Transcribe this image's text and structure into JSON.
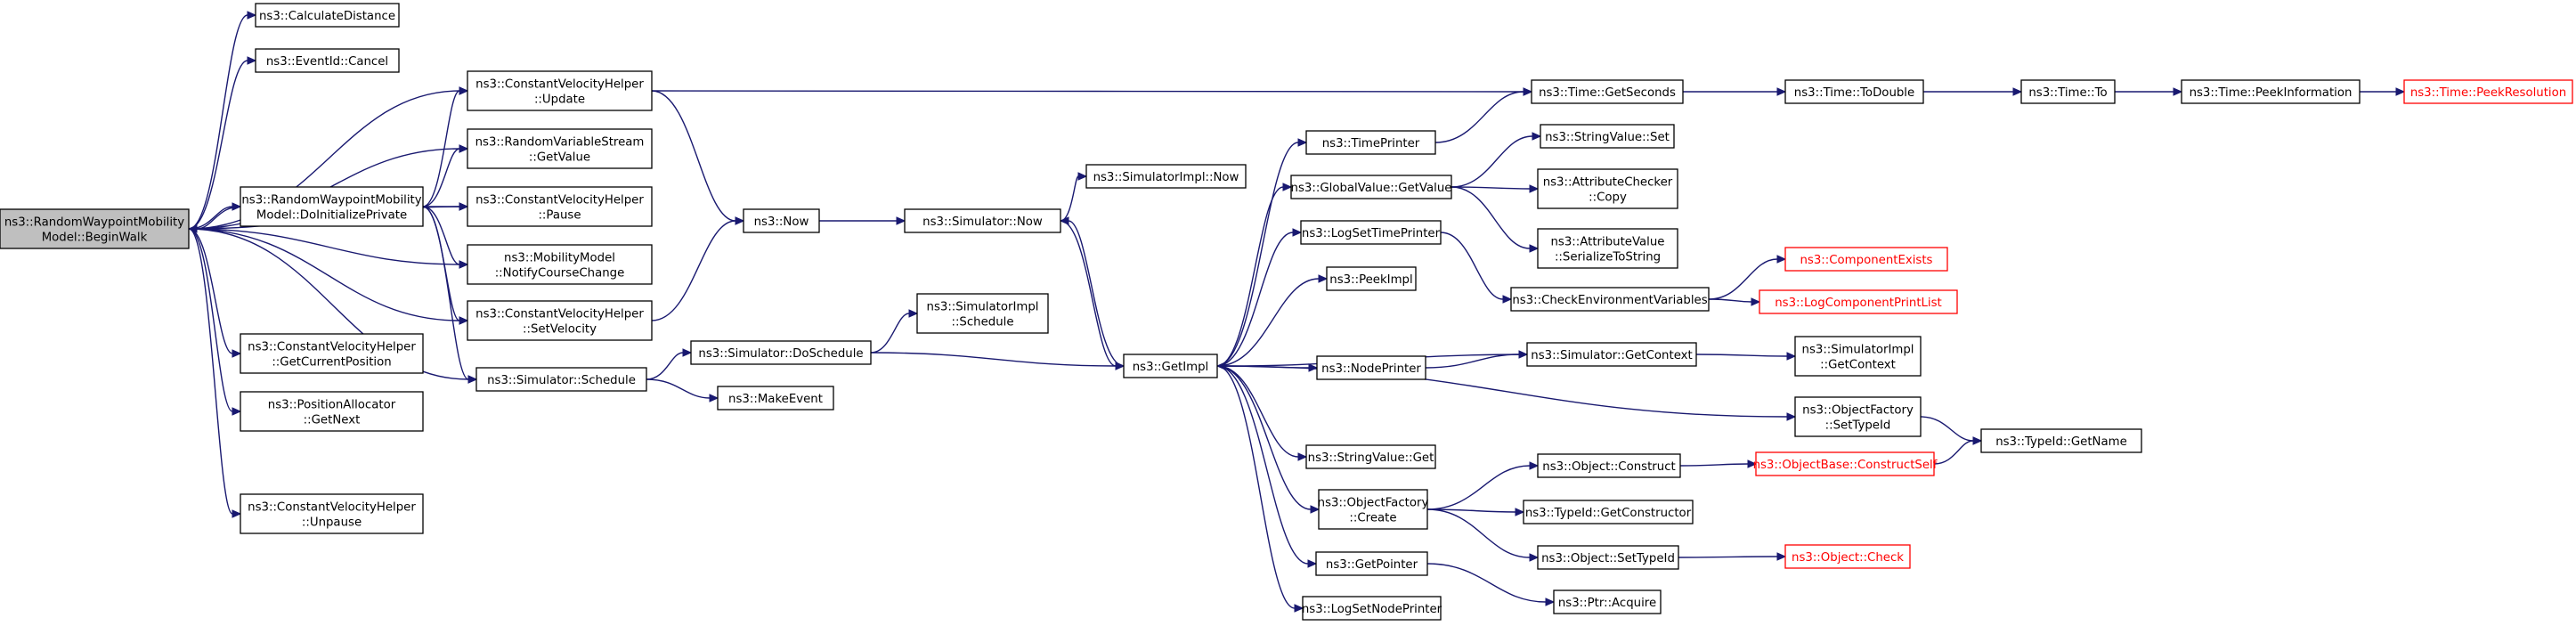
{
  "diagram": {
    "nodes": [
      {
        "id": "n0",
        "lines": [
          "ns3::RandomWaypointMobility",
          "Model::BeginWalk"
        ],
        "root": true
      },
      {
        "id": "n1",
        "lines": [
          "ns3::CalculateDistance"
        ]
      },
      {
        "id": "n2",
        "lines": [
          "ns3::EventId::Cancel"
        ]
      },
      {
        "id": "n3",
        "lines": [
          "ns3::ConstantVelocityHelper",
          "::Update"
        ]
      },
      {
        "id": "n4",
        "lines": [
          "ns3::RandomVariableStream",
          "::GetValue"
        ]
      },
      {
        "id": "n5",
        "lines": [
          "ns3::RandomWaypointMobility",
          "Model::DoInitializePrivate"
        ]
      },
      {
        "id": "n6",
        "lines": [
          "ns3::ConstantVelocityHelper",
          "::Pause"
        ]
      },
      {
        "id": "n7",
        "lines": [
          "ns3::MobilityModel",
          "::NotifyCourseChange"
        ]
      },
      {
        "id": "n8",
        "lines": [
          "ns3::ConstantVelocityHelper",
          "::SetVelocity"
        ]
      },
      {
        "id": "n9",
        "lines": [
          "ns3::ConstantVelocityHelper",
          "::GetCurrentPosition"
        ]
      },
      {
        "id": "n10",
        "lines": [
          "ns3::PositionAllocator",
          "::GetNext"
        ]
      },
      {
        "id": "n11",
        "lines": [
          "ns3::Simulator::Schedule"
        ]
      },
      {
        "id": "n12",
        "lines": [
          "ns3::ConstantVelocityHelper",
          "::Unpause"
        ]
      },
      {
        "id": "n13",
        "lines": [
          "ns3::Now"
        ]
      },
      {
        "id": "n14",
        "lines": [
          "ns3::Simulator::DoSchedule"
        ]
      },
      {
        "id": "n15",
        "lines": [
          "ns3::MakeEvent"
        ]
      },
      {
        "id": "n16",
        "lines": [
          "ns3::Simulator::Now"
        ]
      },
      {
        "id": "n17",
        "lines": [
          "ns3::SimulatorImpl::Now"
        ]
      },
      {
        "id": "n18",
        "lines": [
          "ns3::SimulatorImpl",
          "::Schedule"
        ]
      },
      {
        "id": "n19",
        "lines": [
          "ns3::GetImpl"
        ]
      },
      {
        "id": "n20",
        "lines": [
          "ns3::TimePrinter"
        ]
      },
      {
        "id": "n21",
        "lines": [
          "ns3::GlobalValue::GetValue"
        ]
      },
      {
        "id": "n22",
        "lines": [
          "ns3::LogSetTimePrinter"
        ]
      },
      {
        "id": "n23",
        "lines": [
          "ns3::PeekImpl"
        ]
      },
      {
        "id": "n24",
        "lines": [
          "ns3::NodePrinter"
        ]
      },
      {
        "id": "n25",
        "lines": [
          "ns3::StringValue::Get"
        ]
      },
      {
        "id": "n26",
        "lines": [
          "ns3::ObjectFactory",
          "::Create"
        ]
      },
      {
        "id": "n27",
        "lines": [
          "ns3::GetPointer"
        ]
      },
      {
        "id": "n28",
        "lines": [
          "ns3::LogSetNodePrinter"
        ]
      },
      {
        "id": "n29",
        "lines": [
          "ns3::Time::GetSeconds"
        ]
      },
      {
        "id": "n30",
        "lines": [
          "ns3::StringValue::Set"
        ]
      },
      {
        "id": "n31",
        "lines": [
          "ns3::AttributeChecker",
          "::Copy"
        ]
      },
      {
        "id": "n32",
        "lines": [
          "ns3::AttributeValue",
          "::SerializeToString"
        ]
      },
      {
        "id": "n33",
        "lines": [
          "ns3::CheckEnvironmentVariables"
        ]
      },
      {
        "id": "n34",
        "lines": [
          "ns3::Simulator::GetContext"
        ]
      },
      {
        "id": "n35",
        "lines": [
          "ns3::Object::Construct"
        ]
      },
      {
        "id": "n36",
        "lines": [
          "ns3::TypeId::GetConstructor"
        ]
      },
      {
        "id": "n37",
        "lines": [
          "ns3::Object::SetTypeId"
        ]
      },
      {
        "id": "n38",
        "lines": [
          "ns3::Ptr::Acquire"
        ]
      },
      {
        "id": "n39",
        "lines": [
          "ns3::Time::ToDouble"
        ]
      },
      {
        "id": "n40",
        "lines": [
          "ns3::Time::To"
        ]
      },
      {
        "id": "n41",
        "lines": [
          "ns3::Time::PeekInformation"
        ]
      },
      {
        "id": "n42",
        "lines": [
          "ns3::Time::PeekResolution"
        ],
        "truncated": true
      },
      {
        "id": "n43",
        "lines": [
          "ns3::ComponentExists"
        ],
        "truncated": true
      },
      {
        "id": "n44",
        "lines": [
          "ns3::LogComponentPrintList"
        ],
        "truncated": true
      },
      {
        "id": "n45",
        "lines": [
          "ns3::SimulatorImpl",
          "::GetContext"
        ]
      },
      {
        "id": "n46",
        "lines": [
          "ns3::ObjectFactory",
          "::SetTypeId"
        ]
      },
      {
        "id": "n47",
        "lines": [
          "ns3::TypeId::GetName"
        ]
      },
      {
        "id": "n48",
        "lines": [
          "ns3::ObjectBase::ConstructSelf"
        ],
        "truncated": true
      },
      {
        "id": "n49",
        "lines": [
          "ns3::Object::Check"
        ],
        "truncated": true
      }
    ],
    "edges": [
      [
        "n0",
        "n1"
      ],
      [
        "n0",
        "n2"
      ],
      [
        "n0",
        "n3"
      ],
      [
        "n0",
        "n4"
      ],
      [
        "n0",
        "n5"
      ],
      [
        "n0",
        "n6"
      ],
      [
        "n0",
        "n7"
      ],
      [
        "n0",
        "n8"
      ],
      [
        "n0",
        "n9"
      ],
      [
        "n0",
        "n10"
      ],
      [
        "n0",
        "n11"
      ],
      [
        "n0",
        "n12"
      ],
      [
        "n5",
        "n0"
      ],
      [
        "n5",
        "n3"
      ],
      [
        "n5",
        "n4"
      ],
      [
        "n5",
        "n6"
      ],
      [
        "n5",
        "n7"
      ],
      [
        "n5",
        "n8"
      ],
      [
        "n5",
        "n11"
      ],
      [
        "n3",
        "n29"
      ],
      [
        "n3",
        "n13"
      ],
      [
        "n8",
        "n13"
      ],
      [
        "n13",
        "n16"
      ],
      [
        "n16",
        "n17"
      ],
      [
        "n16",
        "n19"
      ],
      [
        "n11",
        "n14"
      ],
      [
        "n11",
        "n15"
      ],
      [
        "n14",
        "n18"
      ],
      [
        "n14",
        "n19"
      ],
      [
        "n19",
        "n16"
      ],
      [
        "n19",
        "n20"
      ],
      [
        "n19",
        "n21"
      ],
      [
        "n19",
        "n22"
      ],
      [
        "n19",
        "n23"
      ],
      [
        "n19",
        "n24"
      ],
      [
        "n19",
        "n46"
      ],
      [
        "n19",
        "n25"
      ],
      [
        "n19",
        "n26"
      ],
      [
        "n19",
        "n27"
      ],
      [
        "n19",
        "n28"
      ],
      [
        "n20",
        "n29"
      ],
      [
        "n21",
        "n30"
      ],
      [
        "n21",
        "n31"
      ],
      [
        "n21",
        "n32"
      ],
      [
        "n22",
        "n33"
      ],
      [
        "n24",
        "n34"
      ],
      [
        "n34",
        "n19"
      ],
      [
        "n34",
        "n45"
      ],
      [
        "n26",
        "n35"
      ],
      [
        "n26",
        "n36"
      ],
      [
        "n26",
        "n37"
      ],
      [
        "n27",
        "n38"
      ],
      [
        "n29",
        "n39"
      ],
      [
        "n39",
        "n40"
      ],
      [
        "n40",
        "n41"
      ],
      [
        "n41",
        "n42"
      ],
      [
        "n33",
        "n43"
      ],
      [
        "n33",
        "n44"
      ],
      [
        "n46",
        "n47"
      ],
      [
        "n35",
        "n48"
      ],
      [
        "n48",
        "n47"
      ],
      [
        "n37",
        "n49"
      ]
    ]
  }
}
